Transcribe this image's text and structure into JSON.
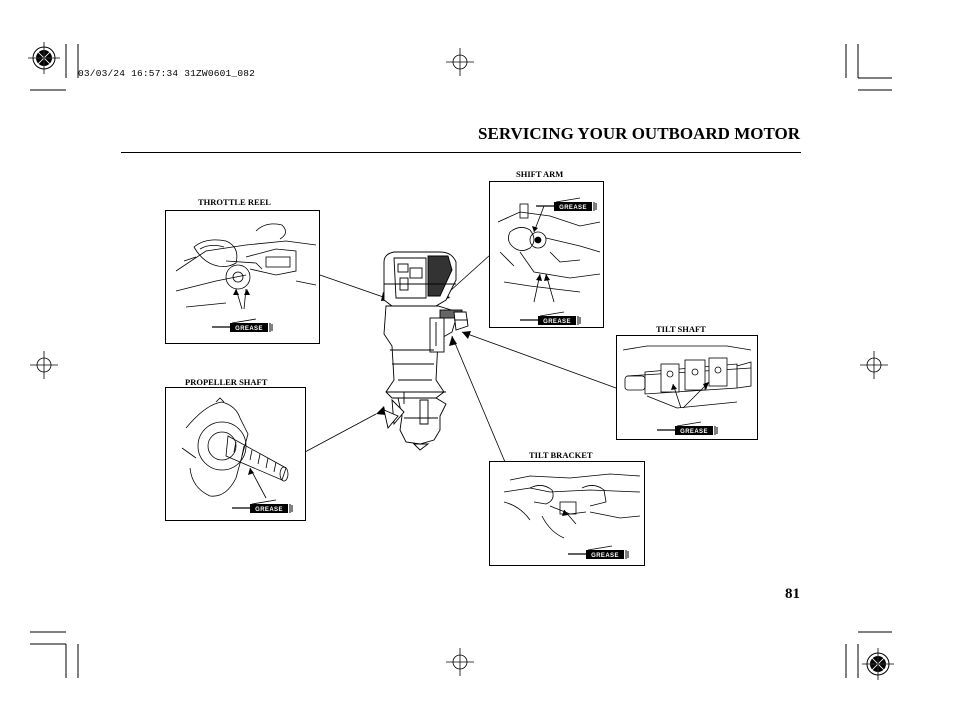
{
  "document": {
    "print_code": "03/03/24 16:57:34 31ZW0601_082",
    "section_title": "SERVICING YOUR OUTBOARD MOTOR",
    "page_number": "81"
  },
  "figure": {
    "labels": {
      "throttle_reel": "THROTTLE REEL",
      "propeller_shaft": "PROPELLER SHAFT",
      "shift_arm": "SHIFT ARM",
      "tilt_shaft": "TILT SHAFT",
      "tilt_bracket": "TILT BRACKET"
    },
    "grease_tag": "GREASE"
  }
}
